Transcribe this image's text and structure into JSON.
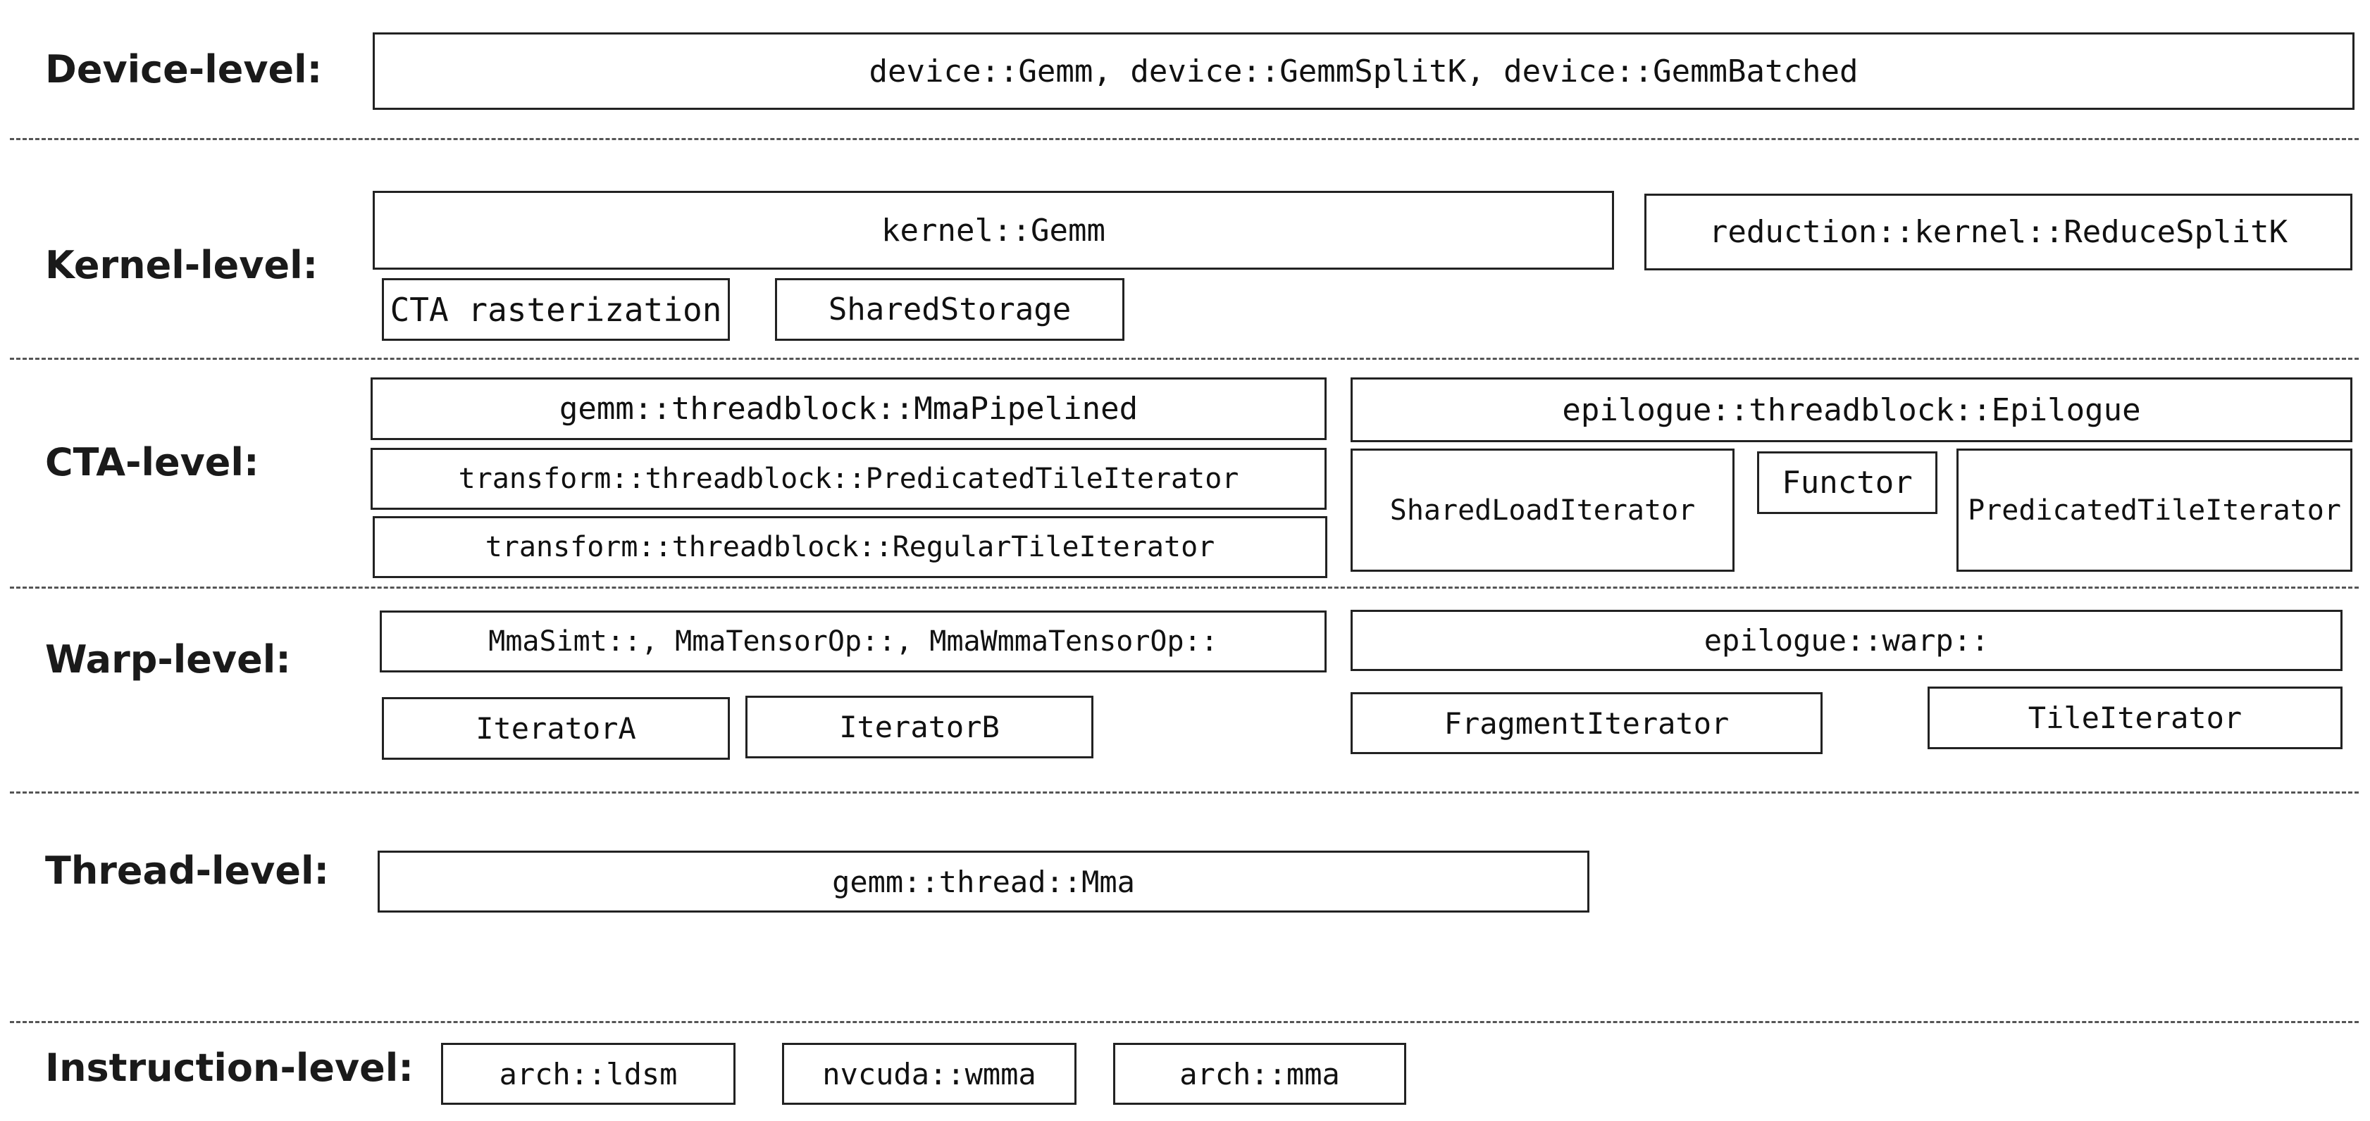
{
  "levels": [
    {
      "label": "Device-level:"
    },
    {
      "label": "Kernel-level:"
    },
    {
      "label": "CTA-level:"
    },
    {
      "label": "Warp-level:"
    },
    {
      "label": "Thread-level:"
    },
    {
      "label": "Instruction-level:"
    }
  ],
  "device": {
    "gemm_apis": "device::Gemm, device::GemmSplitK, device::GemmBatched"
  },
  "kernel": {
    "gemm": "kernel::Gemm",
    "reduce_splitk": "reduction::kernel::ReduceSplitK",
    "cta_rasterization": "CTA rasterization",
    "shared_storage": "SharedStorage"
  },
  "cta": {
    "mma_pipelined": "gemm::threadblock::MmaPipelined",
    "predicated_tile_iterator": "transform::threadblock::PredicatedTileIterator",
    "regular_tile_iterator": "transform::threadblock::RegularTileIterator",
    "epilogue": "epilogue::threadblock::Epilogue",
    "shared_load_iterator": "SharedLoadIterator",
    "functor": "Functor",
    "epilogue_predicated_tile_iterator": "PredicatedTileIterator"
  },
  "warp": {
    "mma_ops": "MmaSimt::, MmaTensorOp::, MmaWmmaTensorOp::",
    "iterator_a": "IteratorA",
    "iterator_b": "IteratorB",
    "epilogue_warp": "epilogue::warp::",
    "fragment_iterator": "FragmentIterator",
    "tile_iterator": "TileIterator"
  },
  "thread": {
    "mma": "gemm::thread::Mma"
  },
  "instruction": {
    "ldsm": "arch::ldsm",
    "wmma": "nvcuda::wmma",
    "mma": "arch::mma"
  }
}
